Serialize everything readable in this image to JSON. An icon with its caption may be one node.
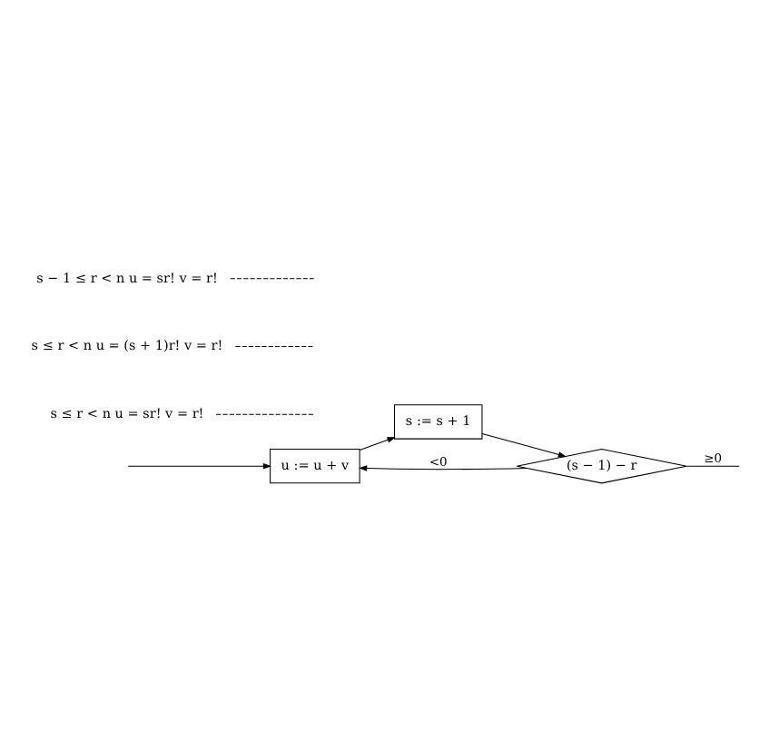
{
  "diagram": {
    "nodes": [
      {
        "text": [
          "u := u + v"
        ]
      },
      {
        "text": [
          "s := s + 1"
        ]
      },
      {
        "text": [
          "(s − 1) − r"
        ]
      },
      {
        "text": [
          "s ≤ r < n u = sr! v = r!"
        ]
      },
      {
        "text": [
          "s ≤ r < n u = (s + 1)r! v = r!"
        ]
      },
      {
        "text": [
          "s − 1 ≤ r < n u = sr! v = r!"
        ]
      }
    ],
    "edges": [
      {
        "from": null,
        "to": 0,
        "arrow": "to"
      },
      {
        "from": 0,
        "to": 1,
        "arrow": "to"
      },
      {
        "from": 1,
        "to": 2,
        "arrow": "to"
      },
      {
        "from": 2,
        "to": 0,
        "arrow": "to",
        "label": "<0"
      },
      {
        "from": 2,
        "to": null,
        "arrow": "none",
        "label": "≥0"
      },
      {
        "from": 3,
        "to": null,
        "arrow": "none",
        "style": "dashed"
      },
      {
        "from": 4,
        "to": null,
        "arrow": "none",
        "style": "dashed"
      },
      {
        "from": 5,
        "to": null,
        "arrow": "none",
        "style": "dashed"
      }
    ]
  }
}
